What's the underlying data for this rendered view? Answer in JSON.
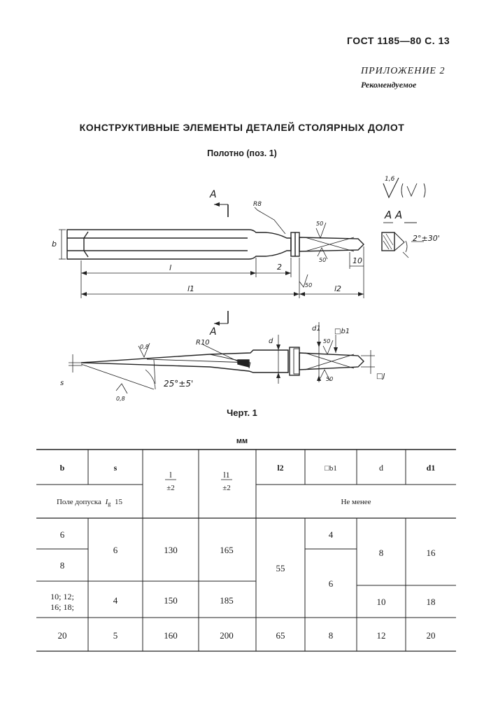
{
  "header": {
    "standard": "ГОСТ 1185—80 С. 13",
    "appendix": "ПРИЛОЖЕНИЕ 2",
    "recommended": "Рекомендуемое"
  },
  "title": "КОНСТРУКТИВНЫЕ ЭЛЕМЕНТЫ ДЕТАЛЕЙ СТОЛЯРНЫХ ДОЛОТ",
  "subtitle": "Полотно (поз. 1)",
  "drawing": {
    "section_mark": "А",
    "section_label": "А  А",
    "roughness": "1,6",
    "angle_section": "2°±30'",
    "dim_b": "b",
    "dim_l": "l",
    "dim_l1": "l1",
    "dim_l2": "l2",
    "dim_2": "2",
    "dim_10": "10",
    "r8": "R8",
    "r10": "R10",
    "v50": "50",
    "rough_08": "0,8",
    "angle_tip": "25°±5'",
    "dim_s": "s",
    "dim_d": "d",
    "dim_d1": "d1",
    "sq_b1": "□b1",
    "sq_j": "□J"
  },
  "caption": "Черт. 1",
  "units": "мм",
  "table": {
    "h_b": "b",
    "h_s": "s",
    "h_l": "l",
    "h_l_tol": "±2",
    "h_l1": "l1",
    "h_l1_tol": "±2",
    "h_l2": "l2",
    "h_b1": "□b1",
    "h_d": "d",
    "h_d1": "d1",
    "tol_label": "Поле допуска",
    "tol_field": "I",
    "tol_sub": "g",
    "tol_grade": "15",
    "min_label": "Не менее",
    "b": [
      "6",
      "8",
      "10; 12;",
      "16; 18;",
      "20"
    ],
    "s": [
      "6",
      "4",
      "5"
    ],
    "l": [
      "130",
      "150",
      "160"
    ],
    "l1": [
      "165",
      "185",
      "200"
    ],
    "l2": [
      "55",
      "65"
    ],
    "b1": [
      "4",
      "6",
      "8"
    ],
    "d": [
      "8",
      "10",
      "12"
    ],
    "d1": [
      "16",
      "18",
      "20"
    ]
  }
}
